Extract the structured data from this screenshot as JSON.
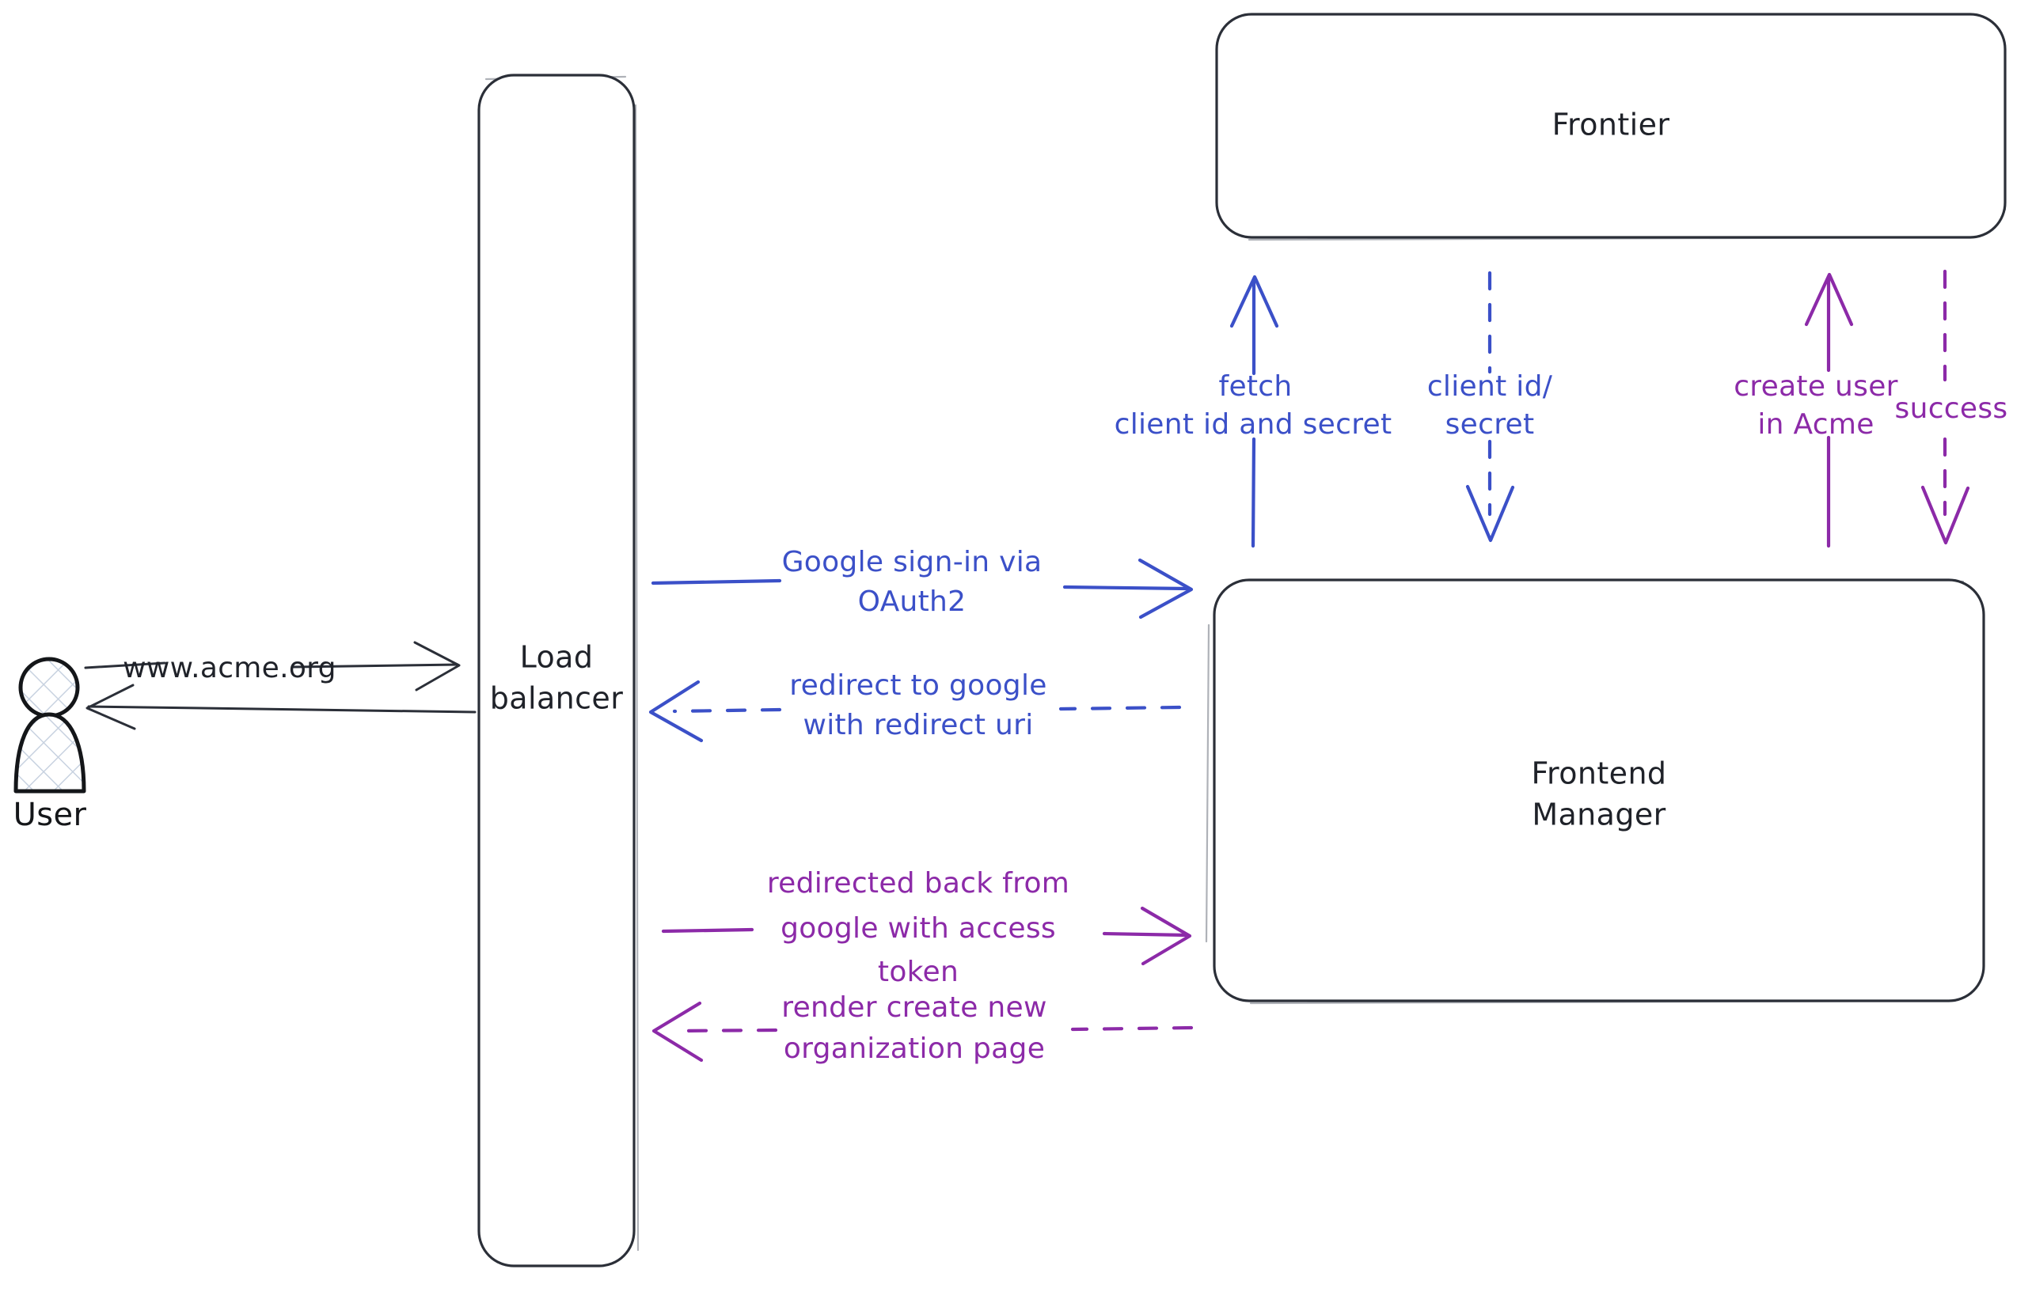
{
  "diagram": {
    "title": "Google OAuth2 sign-in flow",
    "background": "#ffffff",
    "colors": {
      "stroke_dark": "#2b2f38",
      "blue": "#3b50c8",
      "purple": "#8c2aa8",
      "hatch": "#c8d2e0"
    }
  },
  "actors": [
    {
      "id": "user",
      "label": "User",
      "icon": "person-icon"
    }
  ],
  "nodes": [
    {
      "id": "load_balancer",
      "label_line1": "Load",
      "label_line2": "balancer"
    },
    {
      "id": "frontier",
      "label_line1": "Frontier",
      "label_line2": ""
    },
    {
      "id": "frontend_manager",
      "label_line1": "Frontend",
      "label_line2": "Manager"
    }
  ],
  "edges": [
    {
      "id": "user-to-lb",
      "from": "user",
      "to": "load_balancer",
      "label_lines": [
        "www.acme.org"
      ],
      "color": "dark",
      "style": "solid",
      "direction": "right"
    },
    {
      "id": "lb-to-user",
      "from": "load_balancer",
      "to": "user",
      "label_lines": [],
      "color": "dark",
      "style": "solid",
      "direction": "left"
    },
    {
      "id": "lb-to-fm-signin",
      "from": "load_balancer",
      "to": "frontend_manager",
      "label_lines": [
        "Google sign-in via",
        "OAuth2"
      ],
      "color": "blue",
      "style": "solid",
      "direction": "right"
    },
    {
      "id": "fm-to-lb-redirect",
      "from": "frontend_manager",
      "to": "load_balancer",
      "label_lines": [
        "redirect to google",
        "with redirect uri"
      ],
      "color": "blue",
      "style": "dashed",
      "direction": "left"
    },
    {
      "id": "lb-to-fm-token",
      "from": "load_balancer",
      "to": "frontend_manager",
      "label_lines": [
        "redirected back from",
        "google with access",
        "token"
      ],
      "color": "purple",
      "style": "solid",
      "direction": "right"
    },
    {
      "id": "fm-to-lb-render",
      "from": "frontend_manager",
      "to": "load_balancer",
      "label_lines": [
        "render create new",
        "organization page"
      ],
      "color": "purple",
      "style": "dashed",
      "direction": "left"
    },
    {
      "id": "fm-to-frontier-fetch",
      "from": "frontend_manager",
      "to": "frontier",
      "label_lines": [
        "fetch",
        "client id and secret"
      ],
      "color": "blue",
      "style": "solid",
      "direction": "up"
    },
    {
      "id": "frontier-to-fm-creds",
      "from": "frontier",
      "to": "frontend_manager",
      "label_lines": [
        "client id/",
        "secret"
      ],
      "color": "blue",
      "style": "dashed",
      "direction": "down"
    },
    {
      "id": "fm-to-frontier-create",
      "from": "frontend_manager",
      "to": "frontier",
      "label_lines": [
        "create user",
        "in Acme"
      ],
      "color": "purple",
      "style": "solid",
      "direction": "up"
    },
    {
      "id": "frontier-to-fm-success",
      "from": "frontier",
      "to": "frontend_manager",
      "label_lines": [
        "success"
      ],
      "color": "purple",
      "style": "dashed",
      "direction": "down"
    }
  ]
}
